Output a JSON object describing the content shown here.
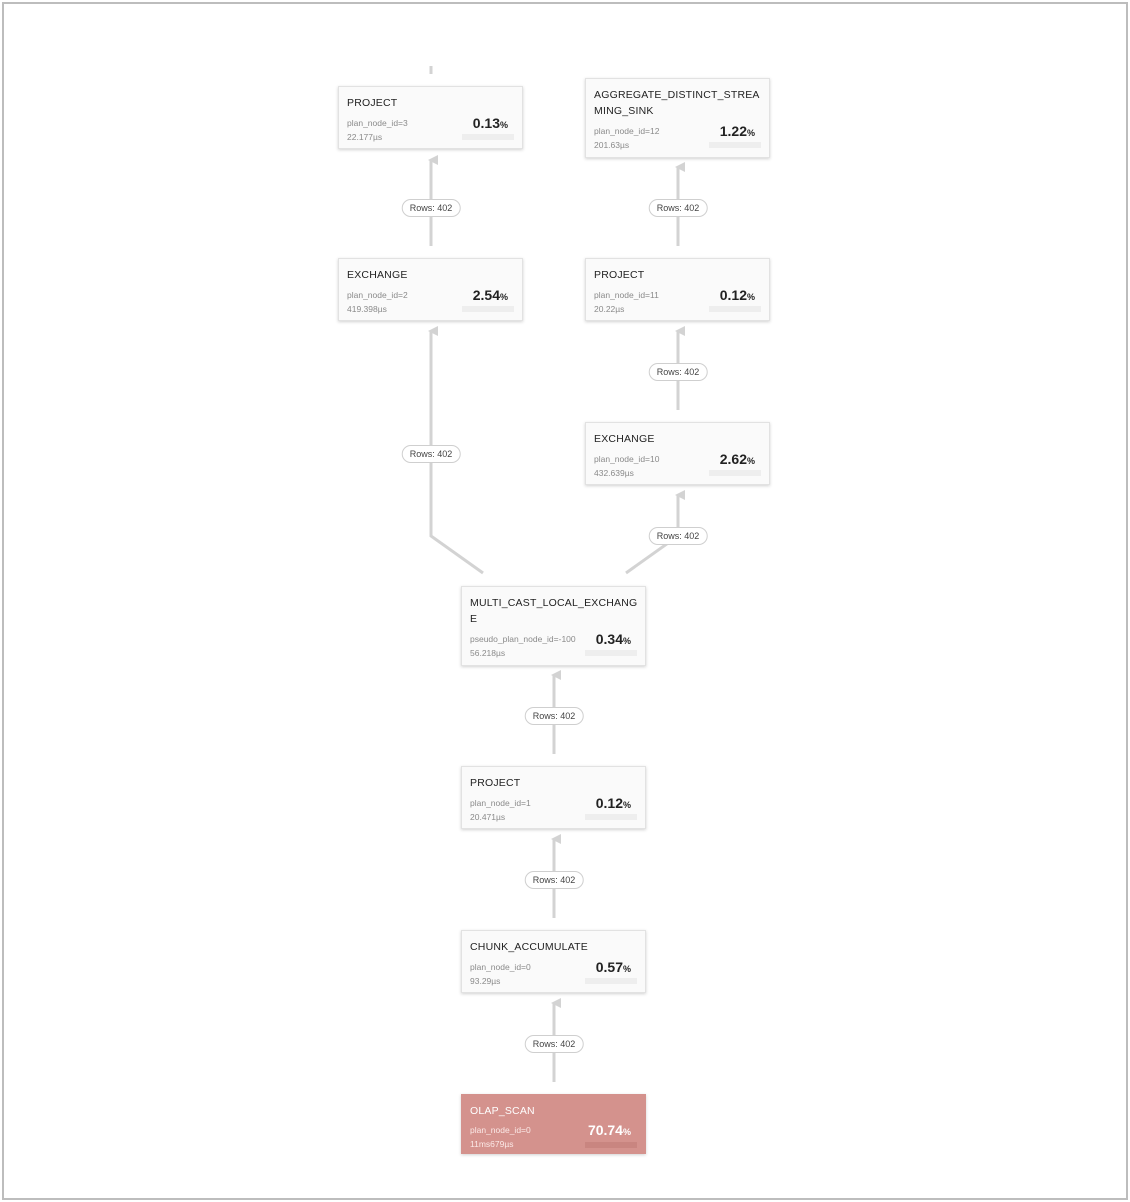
{
  "colors": {
    "edge": "#d3d3d3",
    "hot_node": "#d4928d"
  },
  "edge_label": "Rows: 402",
  "nodes": {
    "project_3": {
      "name": "PROJECT",
      "id": "plan_node_id=3",
      "time": "22.177µs",
      "pct": "0.13",
      "unit": "%"
    },
    "agg_12": {
      "name": "AGGREGATE_DISTINCT_STREAMING_SINK",
      "id": "plan_node_id=12",
      "time": "201.63µs",
      "pct": "1.22",
      "unit": "%"
    },
    "exchange_2": {
      "name": "EXCHANGE",
      "id": "plan_node_id=2",
      "time": "419.398µs",
      "pct": "2.54",
      "unit": "%"
    },
    "project_11": {
      "name": "PROJECT",
      "id": "plan_node_id=11",
      "time": "20.22µs",
      "pct": "0.12",
      "unit": "%"
    },
    "exchange_10": {
      "name": "EXCHANGE",
      "id": "plan_node_id=10",
      "time": "432.639µs",
      "pct": "2.62",
      "unit": "%"
    },
    "multicast": {
      "name": "MULTI_CAST_LOCAL_EXCHANGE",
      "id": "pseudo_plan_node_id=-100",
      "time": "56.218µs",
      "pct": "0.34",
      "unit": "%"
    },
    "project_1": {
      "name": "PROJECT",
      "id": "plan_node_id=1",
      "time": "20.471µs",
      "pct": "0.12",
      "unit": "%"
    },
    "chunk_0": {
      "name": "CHUNK_ACCUMULATE",
      "id": "plan_node_id=0",
      "time": "93.29µs",
      "pct": "0.57",
      "unit": "%"
    },
    "olap_0": {
      "name": "OLAP_SCAN",
      "id": "plan_node_id=0",
      "time": "11ms679µs",
      "pct": "70.74",
      "unit": "%"
    }
  }
}
